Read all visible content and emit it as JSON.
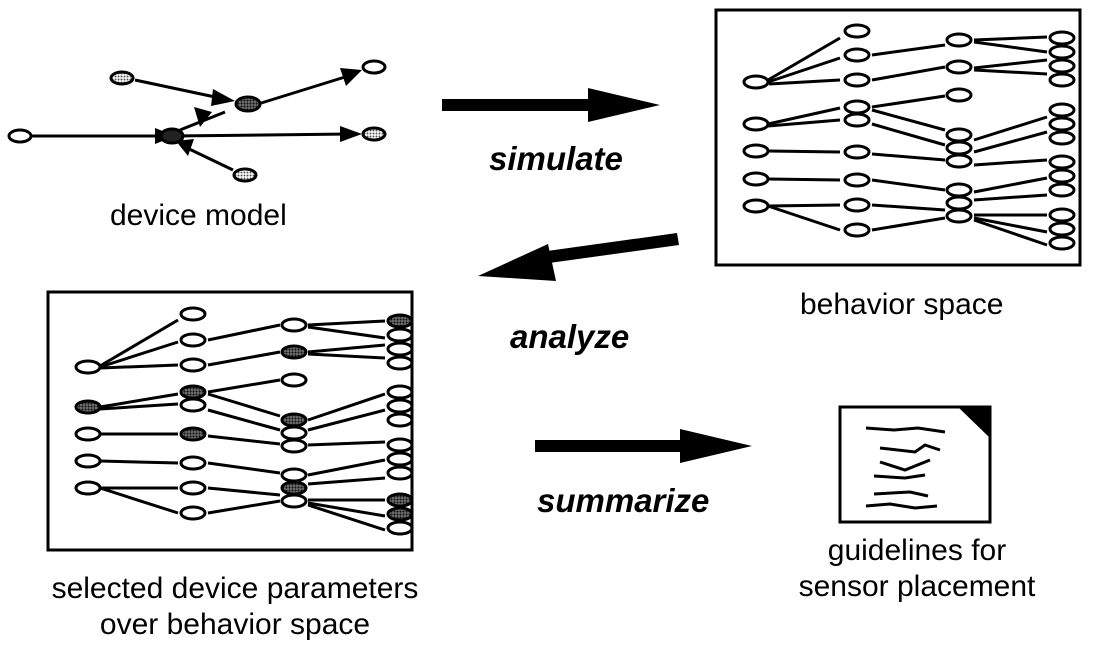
{
  "labels": {
    "device_model": "device model",
    "simulate": "simulate",
    "behavior_space": "behavior space",
    "analyze": "analyze",
    "selected_line1": "selected device parameters",
    "selected_line2": "over behavior space",
    "summarize": "summarize",
    "guidelines_line1": "guidelines for",
    "guidelines_line2": "sensor placement"
  },
  "colors": {
    "ink": "#000000",
    "node_fill": "#ffffff",
    "shaded_node": "#9a9a9a",
    "dark_node": "#3a3a3a"
  }
}
